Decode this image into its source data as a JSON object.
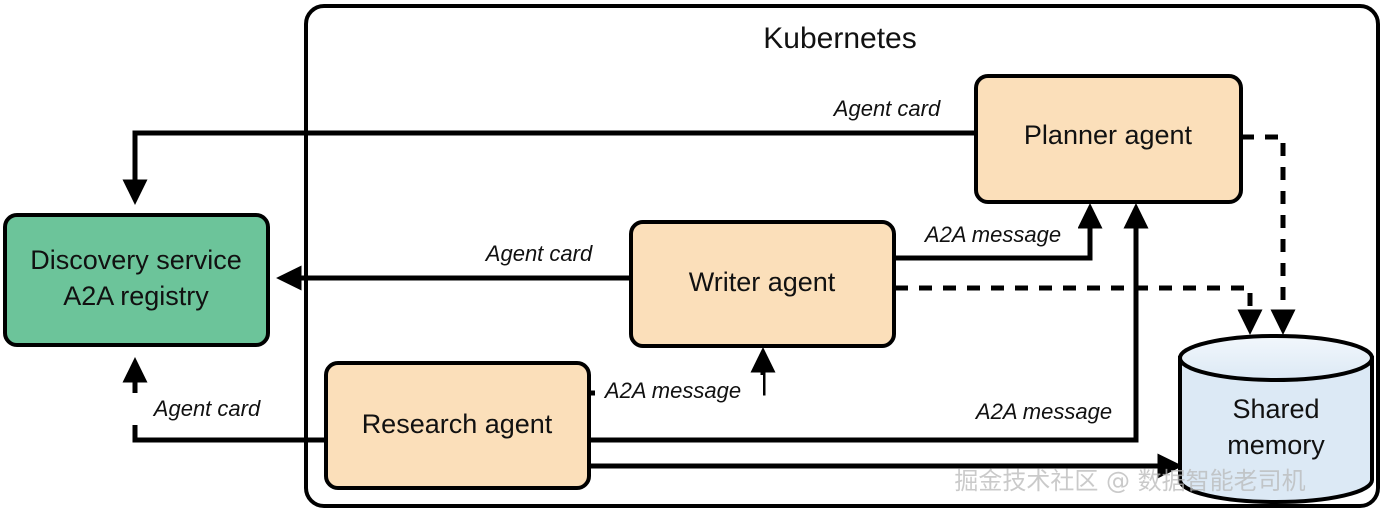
{
  "diagram": {
    "title": "Kubernetes",
    "container": {
      "name": "kubernetes-boundary",
      "label": "Kubernetes"
    },
    "nodes": [
      {
        "id": "discovery",
        "label_line1": "Discovery service",
        "label_line2": "A2A registry",
        "shape": "rounded-rect",
        "color": "#6cc49a"
      },
      {
        "id": "planner",
        "label_line1": "Planner agent",
        "label_line2": "",
        "shape": "rounded-rect",
        "color": "#fbdfba"
      },
      {
        "id": "writer",
        "label_line1": "Writer agent",
        "label_line2": "",
        "shape": "rounded-rect",
        "color": "#fbdfba"
      },
      {
        "id": "research",
        "label_line1": "Research agent",
        "label_line2": "",
        "shape": "rounded-rect",
        "color": "#fbdfba"
      },
      {
        "id": "shared",
        "label_line1": "Shared",
        "label_line2": "memory",
        "shape": "cylinder",
        "color": "#dce9f5"
      }
    ],
    "edges": [
      {
        "id": "planner-to-discovery",
        "label": "Agent card",
        "style": "solid",
        "from": "planner",
        "to": "discovery"
      },
      {
        "id": "writer-to-discovery",
        "label": "Agent card",
        "style": "solid",
        "from": "writer",
        "to": "discovery"
      },
      {
        "id": "research-to-discovery",
        "label": "Agent card",
        "style": "solid",
        "from": "research",
        "to": "discovery"
      },
      {
        "id": "writer-to-planner",
        "label": "A2A message",
        "style": "solid",
        "from": "writer",
        "to": "planner"
      },
      {
        "id": "research-to-writer",
        "label": "A2A message",
        "style": "solid",
        "from": "research",
        "to": "writer"
      },
      {
        "id": "research-to-planner",
        "label": "A2A message",
        "style": "solid",
        "from": "research",
        "to": "planner"
      },
      {
        "id": "research-to-shared",
        "label": "",
        "style": "solid",
        "from": "research",
        "to": "shared"
      },
      {
        "id": "planner-to-shared",
        "label": "",
        "style": "dashed",
        "from": "planner",
        "to": "shared"
      },
      {
        "id": "writer-to-shared",
        "label": "",
        "style": "dashed",
        "from": "writer",
        "to": "shared"
      }
    ],
    "watermark": "掘金技术社区 @ 数据智能老司机",
    "colors": {
      "registry_green": "#6cc49a",
      "agent_peach": "#fbdfba",
      "memory_blue": "#dce9f5",
      "stroke": "#000000"
    }
  }
}
